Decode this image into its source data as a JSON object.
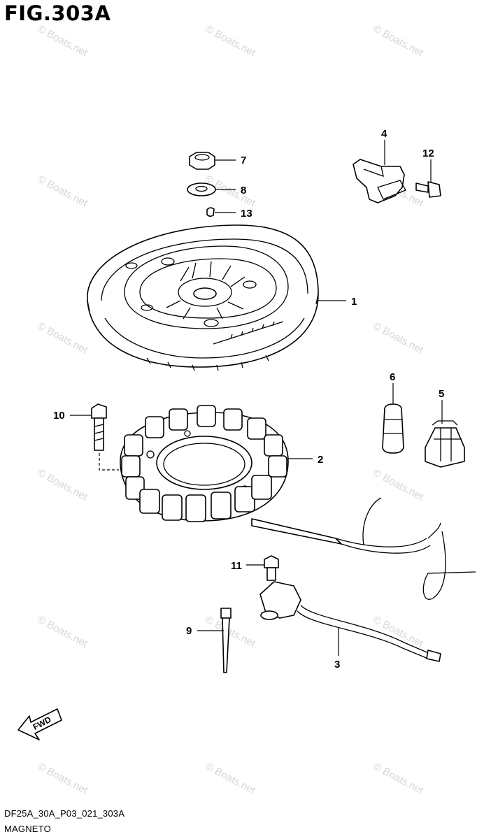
{
  "figure": {
    "title": "FIG.303A",
    "model_code": "DF25A_30A_P03_021_303A",
    "caption": "MAGNETO"
  },
  "watermark": {
    "text": "© Boats.net"
  },
  "fwd_arrow": {
    "label": "FWD"
  },
  "callouts": [
    {
      "id": "1",
      "label": "1"
    },
    {
      "id": "2",
      "label": "2"
    },
    {
      "id": "3",
      "label": "3"
    },
    {
      "id": "4",
      "label": "4"
    },
    {
      "id": "5",
      "label": "5"
    },
    {
      "id": "6",
      "label": "6"
    },
    {
      "id": "7",
      "label": "7"
    },
    {
      "id": "8",
      "label": "8"
    },
    {
      "id": "9",
      "label": "9"
    },
    {
      "id": "10",
      "label": "10"
    },
    {
      "id": "11",
      "label": "11"
    },
    {
      "id": "12",
      "label": "12"
    },
    {
      "id": "13",
      "label": "13"
    }
  ]
}
